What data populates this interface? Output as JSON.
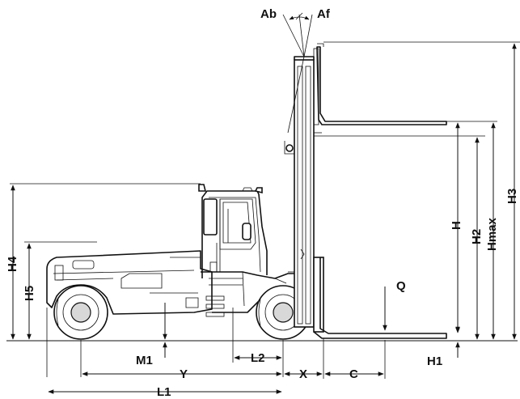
{
  "labels": {
    "ab": "Ab",
    "af": "Af",
    "h": "H",
    "h1": "H1",
    "h2": "H2",
    "h3": "H3",
    "h4": "H4",
    "h5": "H5",
    "hmax": "Hmax",
    "q": "Q",
    "m1": "M1",
    "y": "Y",
    "l1": "L1",
    "l2": "L2",
    "x": "X",
    "c": "C"
  }
}
